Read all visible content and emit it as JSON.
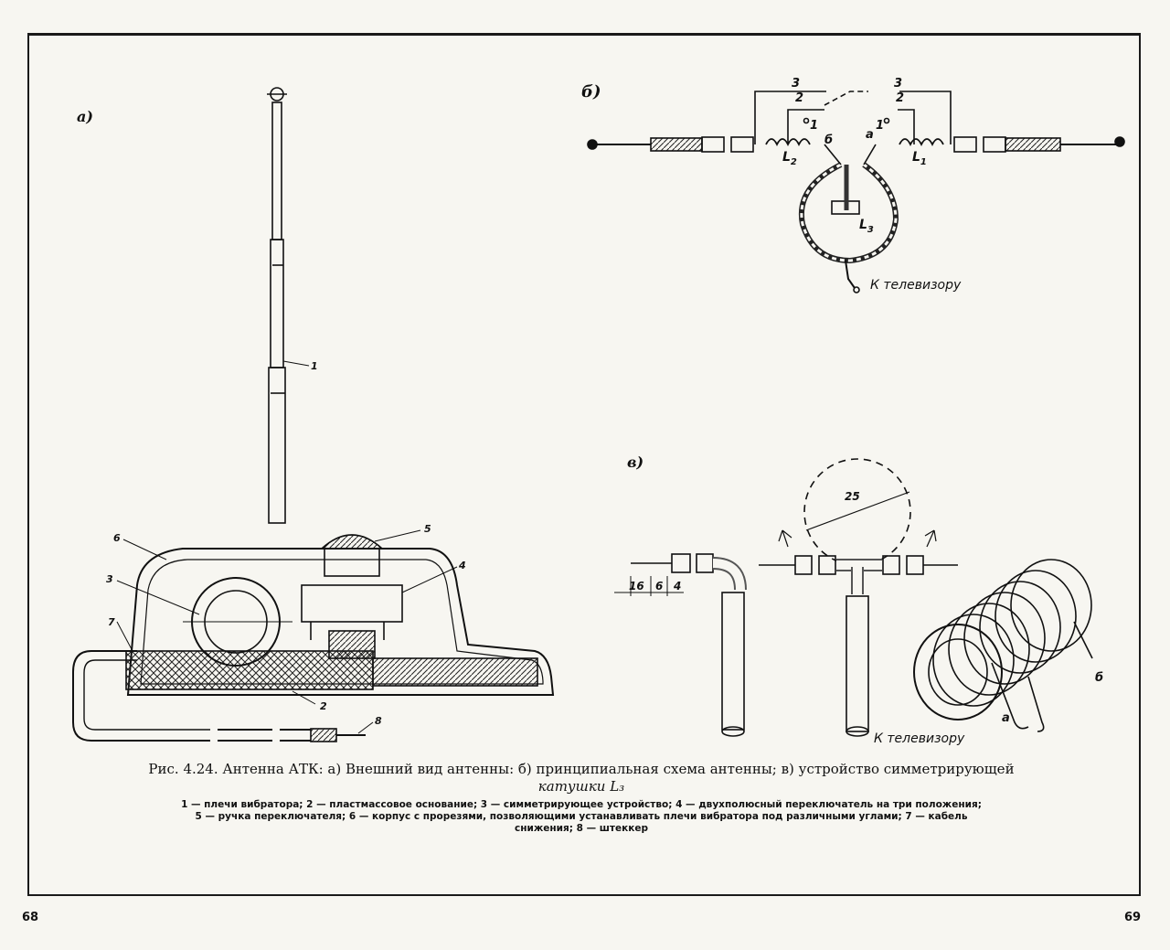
{
  "panels": {
    "a": "а)",
    "b": "б)",
    "v": "в)"
  },
  "callouts": {
    "c1": "1",
    "c2": "2",
    "c3": "3",
    "c4": "4",
    "c5": "5",
    "c6": "6",
    "c7": "7",
    "c8": "8"
  },
  "schematic": {
    "sw_left_3": "3",
    "sw_left_2": "2",
    "sw_left_1": "1",
    "sw_right_3": "3",
    "sw_right_2": "2",
    "sw_right_1": "1",
    "node_b": "б",
    "node_a": "а",
    "coil_left": "L",
    "coil_left_sub": "2",
    "coil_right": "L",
    "coil_right_sub": "1",
    "coil_center": "L",
    "coil_center_sub": "3",
    "to_tv": "К телевизору"
  },
  "detail": {
    "dim_16": "16",
    "dim_6": "6",
    "dim_4": "4",
    "dim_25": "25",
    "to_tv": "К телевизору",
    "lead_a": "а",
    "lead_b": "б"
  },
  "caption": {
    "line1": "Рис. 4.24. Антенна АТК: а) Внешний вид антенны: б) принципиальная схема антенны; в) устройство симметрирующей",
    "line2": "катушки L₃"
  },
  "legend": {
    "line1": "1 — плечи вибратора; 2 — пластмассовое основание; 3 — симметрирующее устройство; 4 — двухполюсный переключатель на три положения;",
    "line2": "5 — ручка переключателя; 6 — корпус с прорезями, позволяющими устанавливать плечи вибратора под различными углами; 7 — кабель",
    "line3": "снижения; 8 — штеккер"
  },
  "page_numbers": {
    "left": "68",
    "right": "69"
  }
}
